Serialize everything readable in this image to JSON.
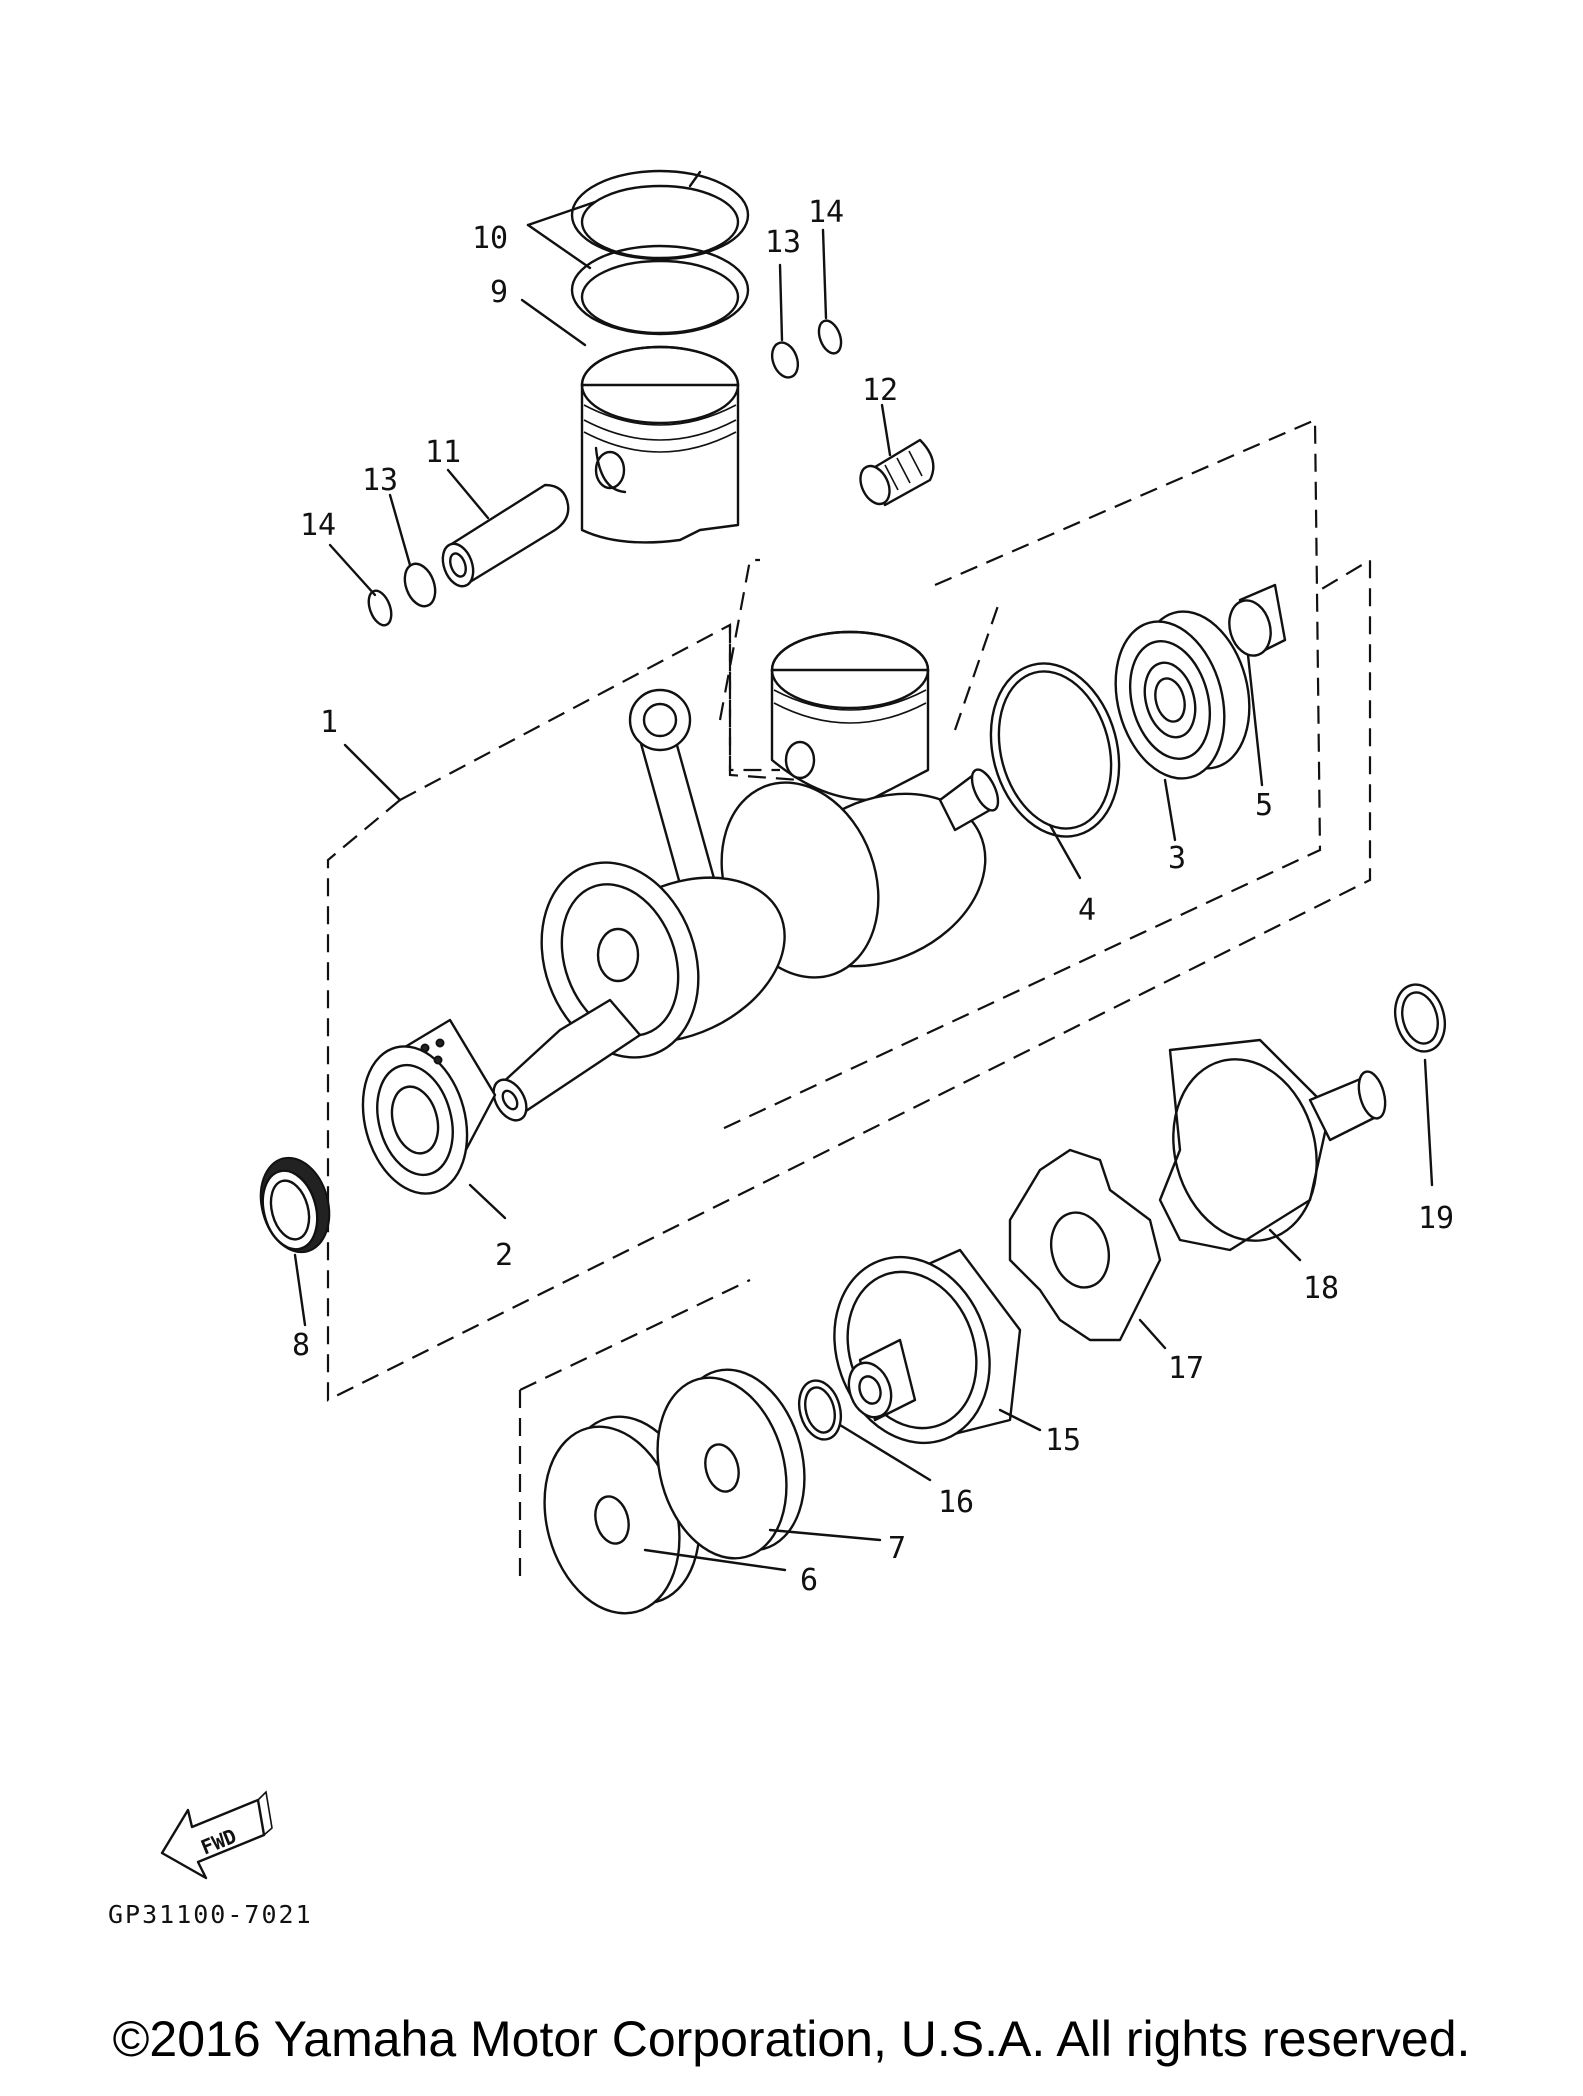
{
  "diagram": {
    "callouts": [
      "1",
      "2",
      "3",
      "4",
      "5",
      "6",
      "7",
      "8",
      "9",
      "10",
      "11",
      "12",
      "13",
      "13",
      "14",
      "14",
      "15",
      "16",
      "17",
      "18",
      "19"
    ],
    "fwd_label": "FWD",
    "diagram_code": "GP31100-7021"
  },
  "footer": {
    "copyright": "©2016 Yamaha Motor Corporation, U.S.A. All rights reserved."
  }
}
